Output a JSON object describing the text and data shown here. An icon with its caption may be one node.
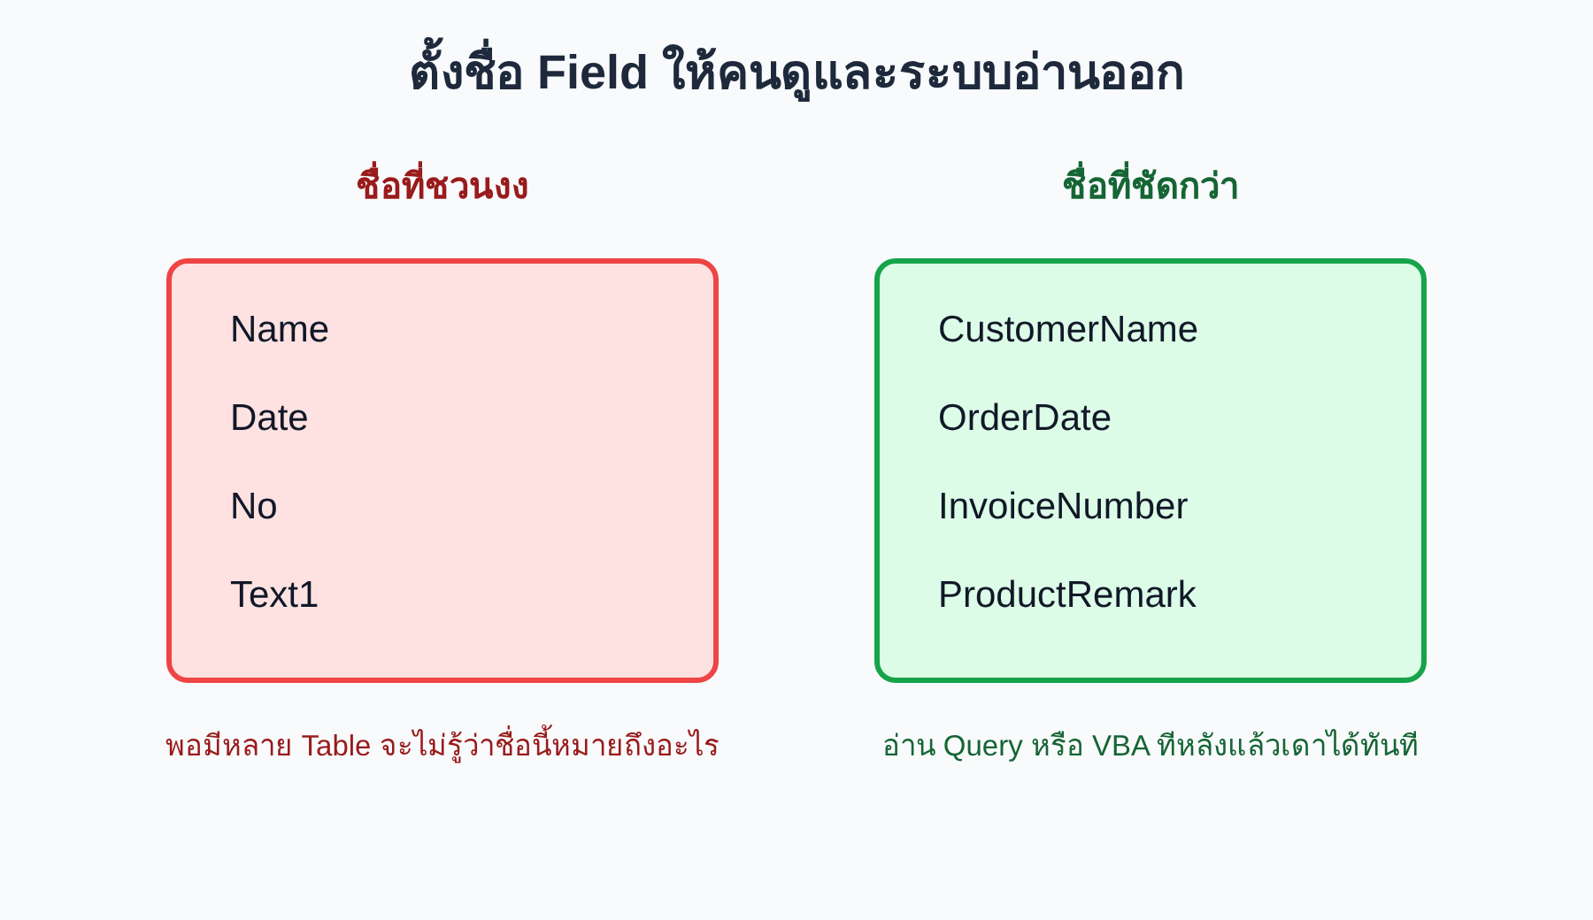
{
  "diagram": {
    "title": "ตั้งชื่อ Field ให้คนดูและระบบอ่านออก",
    "nodes": [
      {
        "text": [
          "ชื่อที่ชวนงง",
          "Name",
          "Date",
          "No",
          "Text1"
        ],
        "beside": [
          "พอมีหลาย Table จะไม่รู้ว่าชื่อนี้หมายถึงอะไร"
        ]
      },
      {
        "text": [
          "ชื่อที่ชัดกว่า",
          "CustomerName",
          "OrderDate",
          "InvoiceNumber",
          "ProductRemark"
        ],
        "beside": [
          "อ่าน Query หรือ VBA ทีหลังแล้วเดาได้ทันที"
        ]
      }
    ]
  }
}
